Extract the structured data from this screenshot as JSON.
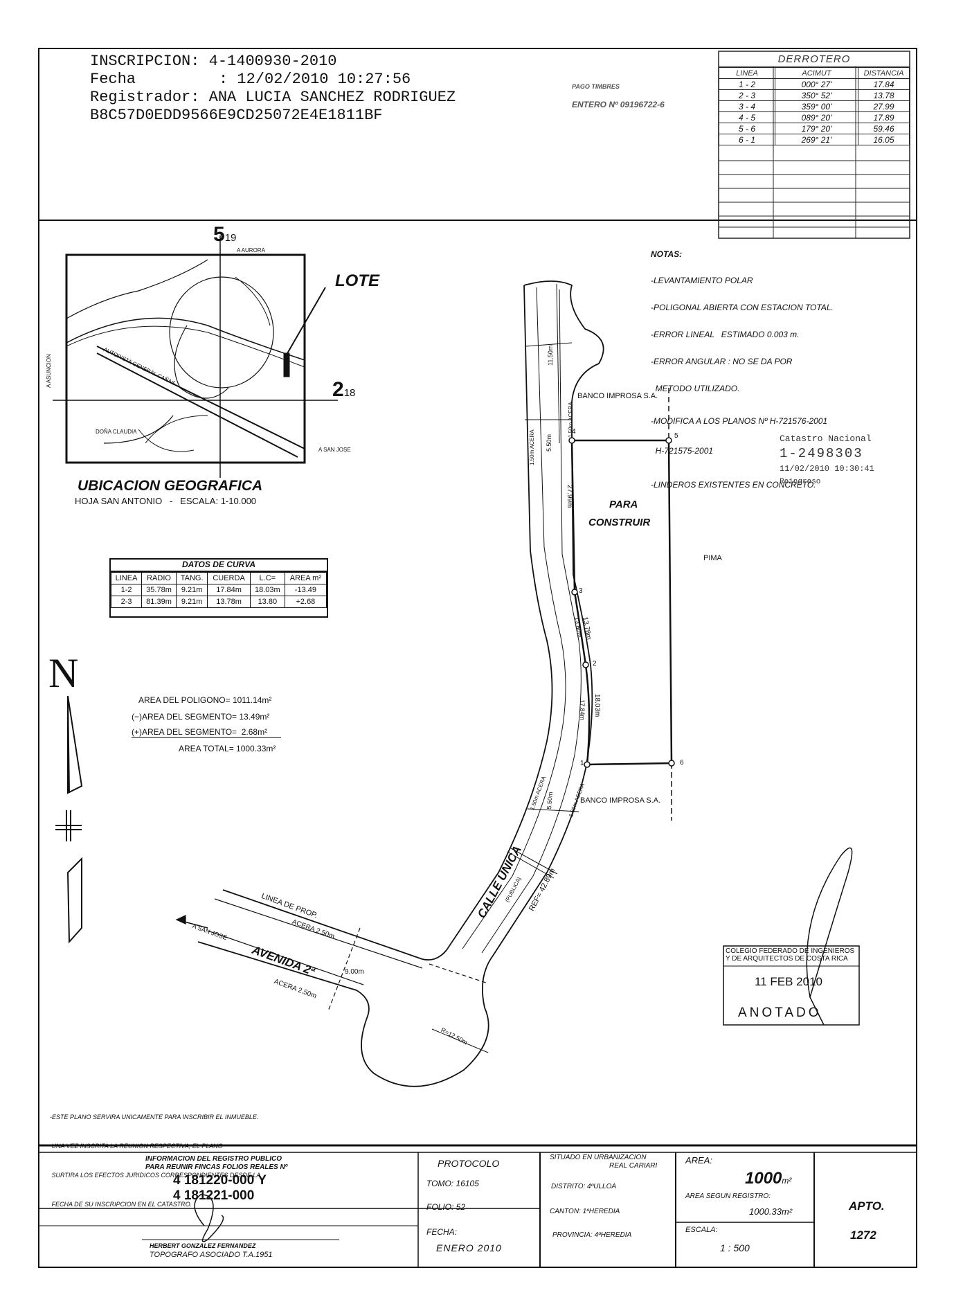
{
  "registro": {
    "inscripcion_label": "INSCRIPCION:",
    "inscripcion_value": "4-1400930-2010",
    "fecha_label": "Fecha",
    "fecha_value": ": 12/02/2010 10:27:56",
    "registrador_label": "Registrador:",
    "registrador_value": "ANA LUCIA SANCHEZ RODRIGUEZ",
    "hash": "B8C57D0EDD9566E9CD25072E4E1811BF"
  },
  "pago": {
    "line1": "PAGO TIMBRES",
    "line2": "ENTERO Nº 09196722-6"
  },
  "derrotero": {
    "title": "DERROTERO",
    "headers": [
      "LINEA",
      "ACIMUT",
      "DISTANCIA"
    ],
    "rows": [
      [
        "1 - 2",
        "000° 27'",
        "17.84"
      ],
      [
        "2 - 3",
        "350° 52'",
        "13.78"
      ],
      [
        "3 - 4",
        "359° 00'",
        "27.99"
      ],
      [
        "4 - 5",
        "089° 20'",
        "17.89"
      ],
      [
        "5 - 6",
        "179° 20'",
        "59.46"
      ],
      [
        "6 - 1",
        "269° 21'",
        "16.05"
      ]
    ]
  },
  "location": {
    "grid_5": "5",
    "grid_5_sub": "19",
    "grid_2": "2",
    "grid_2_sub": "18",
    "a_aurora": "A AURORA",
    "a_asuncion": "A ASUNCION",
    "a_san_jose": "A SAN JOSE",
    "dona_claudia": "DOÑA CLAUDIA",
    "autopista": "AUTOPISTA GENERAL CAÑAS",
    "lote": "LOTE",
    "title": "UBICACION GEOGRAFICA",
    "subtitle": "HOJA SAN ANTONIO   -   ESCALA: 1-10.000"
  },
  "notas": {
    "title": "NOTAS:",
    "lines": [
      "-LEVANTAMIENTO POLAR",
      "-POLIGONAL ABIERTA CON ESTACION TOTAL.",
      "-ERROR LINEAL   ESTIMADO 0.003 m.",
      "-ERROR ANGULAR : NO SE DA POR",
      "  METODO UTILIZADO.",
      "-MODIFICA A LOS PLANOS Nº H-721576-2001",
      "  H-721575-2001",
      "-LINDEROS EXISTENTES EN CONCRETO."
    ]
  },
  "catastro": {
    "label": "Catastro Nacional",
    "number": "1-2498303",
    "date": "11/02/2010 10:30:41",
    "status": "Reingreso"
  },
  "curva": {
    "title": "DATOS DE CURVA",
    "headers": [
      "LINEA",
      "RADIO",
      "TANG.",
      "CUERDA",
      "L.C=",
      "AREA m²"
    ],
    "rows": [
      [
        "1-2",
        "35.78m",
        "9.21m",
        "17.84m",
        "18.03m",
        "-13.49"
      ],
      [
        "2-3",
        "81.39m",
        "9.21m",
        "13.78m",
        "13.80",
        "+2.68"
      ]
    ]
  },
  "areas": {
    "poligono": "AREA DEL POLIGONO= 1011.14m²",
    "seg_neg": "(−)AREA DEL SEGMENTO= 13.49m²",
    "seg_pos": "(+)AREA DEL SEGMENTO=  2.68m²",
    "total": "AREA TOTAL= 1000.33m²"
  },
  "north": "N",
  "plan": {
    "banco1": "BANCO IMPROSA S.A.",
    "banco2": "BANCO IMPROSA S.A.",
    "para_construir_1": "PARA",
    "para_construir_2": "CONSTRUIR",
    "pima": "PIMA",
    "pt1": "1",
    "pt2": "2",
    "pt3": "3",
    "pt4": "4",
    "pt5": "5",
    "pt6": "6",
    "calle": "CALLE UNICA",
    "publica": "(PUBLICA)",
    "ref": "REF= 42.89m",
    "avenida": "AVENIDA 2ª",
    "linea_prop": "LINEA DE PROP.",
    "acera_250_a": "ACERA 2.50m",
    "acera_250_b": "ACERA 2.50m",
    "a_san_jose": "A SAN JOSE",
    "w900": "9.00m",
    "radius": "R=12.50m",
    "d1150": "11.50m",
    "acera_150_1": "1.50m ACERA",
    "acera_150_2": "1.50m ACERA",
    "w550_1": "5.50m",
    "acera_150_3": "1.50m ACERA",
    "acera_150_4": "1.50m ACERA",
    "w550_2": "5.50m",
    "d2799": "27.99m",
    "d1378": "13.78m",
    "d1380": "13.80m",
    "d1803": "18.03m",
    "d1784": "17.84m"
  },
  "sello": {
    "line1": "COLEGIO FEDERADO DE INGENIEROS",
    "line2": "Y DE ARQUITECTOS DE COSTA RICA",
    "date": "11 FEB 2010",
    "status": "ANOTADO"
  },
  "disclaimer": [
    "-ESTE PLANO SERVIRA UNICAMENTE PARA INSCRIBIR EL INMUEBLE.",
    " UNA VEZ INSCRITA LA REUNION RESPECTIVA, EL PLANO",
    " SURTIRA LOS EFECTOS JURIDICOS CORRESPONDIENTES DESDE LA",
    " FECHA DE SU INSCRIPCION EN EL CATASTRO."
  ],
  "footer": {
    "reg_line1": "INFORMACION DEL REGISTRO PUBLICO",
    "reg_line2": "PARA REUNIR FINCAS FOLIOS REALES Nº",
    "finca1": "4 181220-000 Y",
    "finca2": "4 181221-000",
    "topografo": "HERBERT GONZALEZ FERNANDEZ",
    "topografo_title": "TOPOGRAFO ASOCIADO T.A.1951",
    "protocolo": "PROTOCOLO",
    "tomo": "TOMO: 16105",
    "folio": "FOLIO: 52",
    "fecha_label": "FECHA:",
    "fecha_value": "ENERO 2010",
    "situado_1": "SITUADO EN URBANIZACION",
    "situado_2": "REAL CARIARI",
    "distrito": "DISTRITO: 4ºULLOA",
    "canton": "CANTON: 1ºHEREDIA",
    "provincia": "PROVINCIA: 4ºHEREDIA",
    "area_label": "AREA:",
    "area_value": "1000",
    "area_unit": "m²",
    "area_registro_label": "AREA SEGUN REGISTRO:",
    "area_registro_value": "1000.33m²",
    "escala_label": "ESCALA:",
    "escala_value": "1 : 500",
    "apto_label": "APTO.",
    "apto_value": "1272"
  }
}
